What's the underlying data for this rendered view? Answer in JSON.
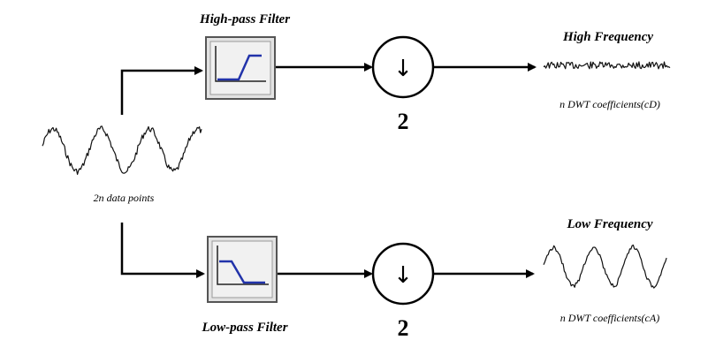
{
  "input": {
    "label": "2n data points"
  },
  "high_branch": {
    "filter_label": "High-pass Filter",
    "downsample_symbol": "↓",
    "downsample_factor": "2",
    "output_title": "High Frequency",
    "output_caption": "n DWT coefficients(cD)"
  },
  "low_branch": {
    "filter_label": "Low-pass Filter",
    "downsample_symbol": "↓",
    "downsample_factor": "2",
    "output_title": "Low Frequency",
    "output_caption": "n DWT coefficients(cA)"
  },
  "colors": {
    "filter_response": "#2233aa",
    "wire": "#000000"
  }
}
